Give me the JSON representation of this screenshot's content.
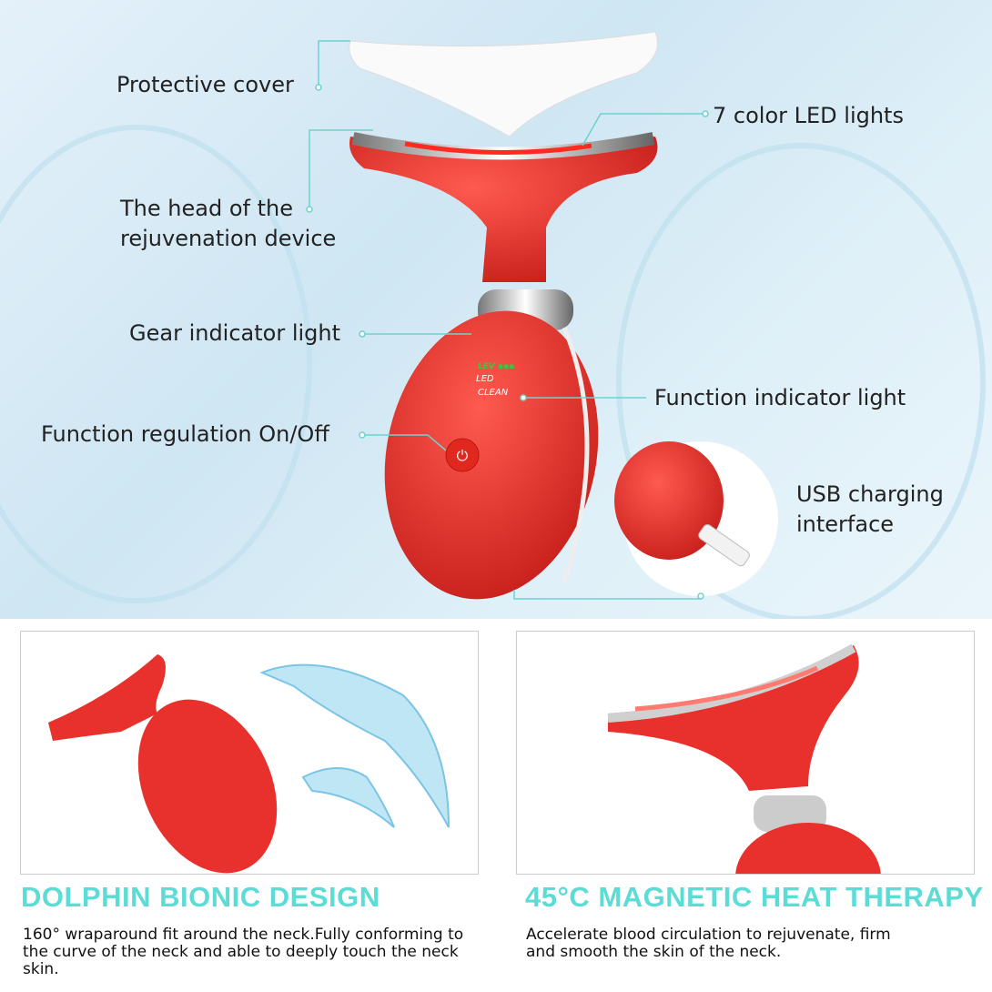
{
  "labels": {
    "protective_cover": "Protective cover",
    "led_lights": "7 color LED lights",
    "head_line1": "The head of the",
    "head_line2": "rejuvenation device",
    "gear_light": "Gear indicator light",
    "function_light": "Function indicator light",
    "function_regulation": "Function regulation On/Off",
    "usb_line1": "USB charging",
    "usb_line2": "interface"
  },
  "device_text": {
    "lev": "LEV",
    "led": "LED",
    "clean": "CLEAN"
  },
  "features": [
    {
      "title": "DOLPHIN BIONIC DESIGN",
      "description": "160° wraparound fit around the neck.Fully conforming to the curve of the neck and able to deeply touch the neck skin."
    },
    {
      "title": "45°C MAGNETIC HEAT THERAPY",
      "description": "Accelerate blood circulation to rejuvenate, firm and smooth the skin of the neck."
    }
  ],
  "colors": {
    "accent": "#5ddcd6",
    "device_red": "#e8312c",
    "line": "#6cd3cf"
  }
}
